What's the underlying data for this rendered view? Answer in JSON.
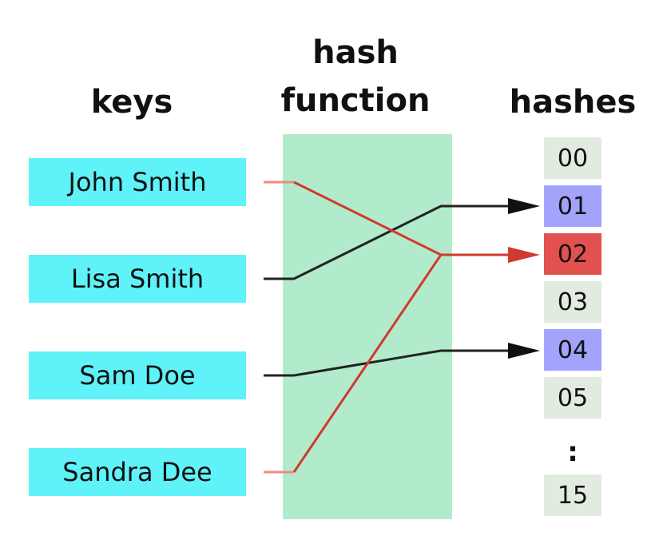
{
  "headings": {
    "keys": "keys",
    "hash_function_line1": "hash",
    "hash_function_line2": "function",
    "hashes": "hashes"
  },
  "keys": [
    "John Smith",
    "Lisa Smith",
    "Sam Doe",
    "Sandra Dee"
  ],
  "buckets": [
    "00",
    "01",
    "02",
    "03",
    "04",
    "05",
    "15"
  ],
  "ellipsis": ":",
  "mappings": [
    {
      "key": "John Smith",
      "bucket": "02",
      "color": "red"
    },
    {
      "key": "Lisa Smith",
      "bucket": "01",
      "color": "black"
    },
    {
      "key": "Sam Doe",
      "bucket": "04",
      "color": "black"
    },
    {
      "key": "Sandra Dee",
      "bucket": "02",
      "color": "red"
    }
  ],
  "colors": {
    "key_box": "#5ff2f8",
    "hash_function_box": "#b2ebcb",
    "bucket_default": "#e1ebdf",
    "bucket_single": "#a3a3fb",
    "bucket_collision": "#e35050",
    "line_black": "#222222",
    "line_red": "#d03a2e",
    "line_red_light": "#f08a80"
  }
}
